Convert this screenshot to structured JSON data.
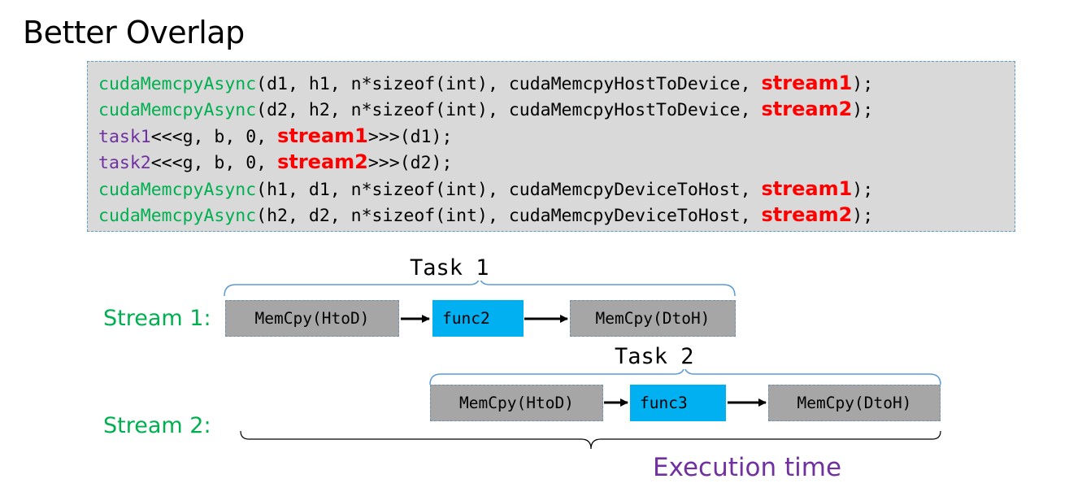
{
  "title": "Better Overlap",
  "code": [
    {
      "fn": "cudaMemcpyAsync",
      "args": "(d1, h1, n*sizeof(int), cudaMemcpyHostToDevice, ",
      "stream": "stream1",
      "tail": ");"
    },
    {
      "fn": "cudaMemcpyAsync",
      "args": "(d2, h2, n*sizeof(int), cudaMemcpyHostToDevice, ",
      "stream": "stream2",
      "tail": ");"
    },
    {
      "fn": "task1",
      "args": "<<<g, b, 0, ",
      "stream": "stream1",
      "tail": ">>>(d1);"
    },
    {
      "fn": "task2",
      "args": "<<<g, b, 0, ",
      "stream": "stream2",
      "tail": ">>>(d2);"
    },
    {
      "fn": "cudaMemcpyAsync",
      "args": "(h1, d1, n*sizeof(int), cudaMemcpyDeviceToHost, ",
      "stream": "stream1",
      "tail": ");"
    },
    {
      "fn": "cudaMemcpyAsync",
      "args": "(h2, d2, n*sizeof(int), cudaMemcpyDeviceToHost, ",
      "stream": "stream2",
      "tail": ");"
    }
  ],
  "diagram": {
    "stream1": {
      "label": "Stream 1:",
      "task_label": "Task 1",
      "blocks": [
        "MemCpy(HtoD)",
        "func2",
        "MemCpy(DtoH)"
      ]
    },
    "stream2": {
      "label": "Stream 2:",
      "task_label": "Task 2",
      "blocks": [
        "MemCpy(HtoD)",
        "func3",
        "MemCpy(DtoH)"
      ]
    },
    "execution_label": "Execution time"
  },
  "colors": {
    "function_green": "#00b050",
    "kernel_purple": "#7030a0",
    "stream_red": "#ff0000",
    "code_bg": "#d9d9d9",
    "memcpy_gray": "#a6a6a6",
    "kernel_blue": "#00b0f0",
    "brace_blue": "#5b9bd5"
  }
}
